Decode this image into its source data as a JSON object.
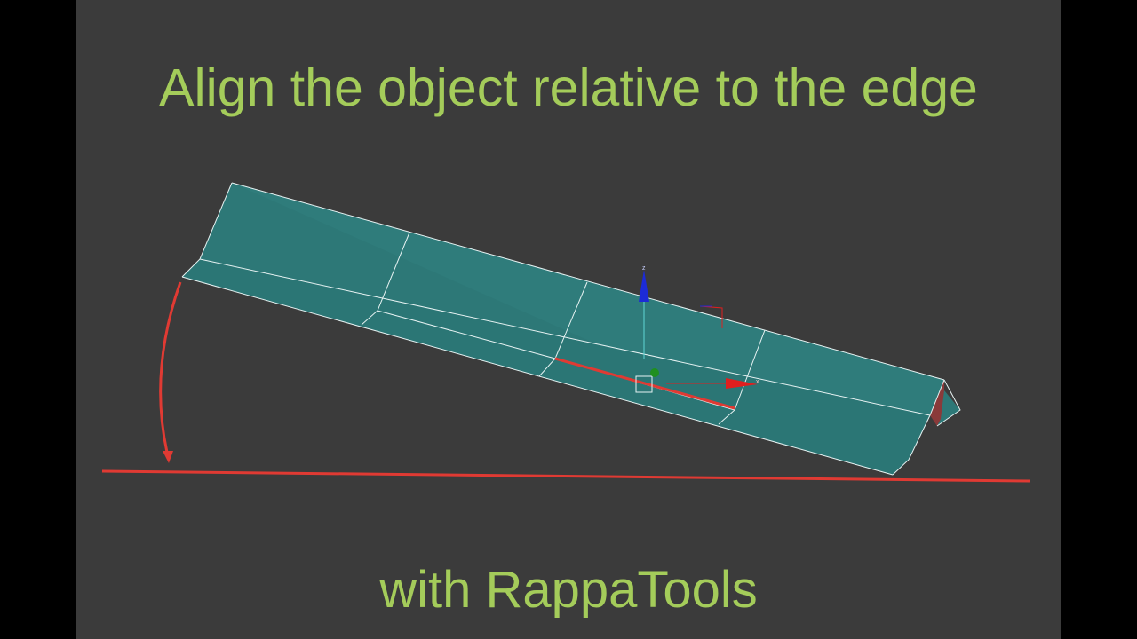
{
  "overlay": {
    "title": "Align the object relative to the edge",
    "subtitle": "with RappaTools"
  },
  "gizmo": {
    "z_label": "z",
    "x_label": "x"
  },
  "colors": {
    "frame_bg": "#000000",
    "viewport_bg": "#3b3b3b",
    "text": "#a4cc5a",
    "mesh_top": "#2f7c7b",
    "mesh_front": "#2a7473",
    "mesh_edges": "#e6f2f2",
    "selection": "#e03a33",
    "axis_z": "#1c2bd6",
    "axis_x": "#e01f1f",
    "axis_y": "#1f8f1f"
  },
  "icons": [
    "curved-arrow-icon",
    "transform-gizmo-icon",
    "pivot-icon"
  ]
}
